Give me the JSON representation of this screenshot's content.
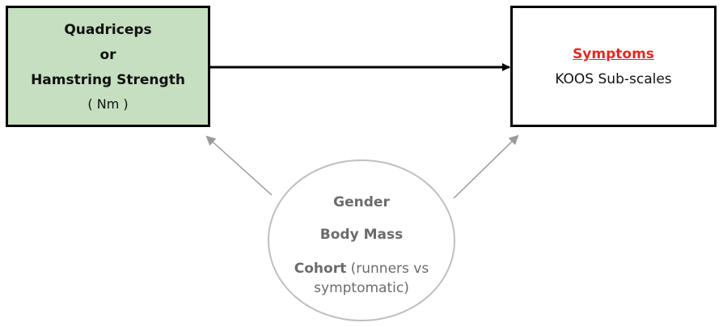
{
  "exposure": {
    "line1": "Quadriceps",
    "line2": "or",
    "line3": "Hamstring Strength",
    "unit": "( Nm )"
  },
  "outcome": {
    "title": "Symptoms",
    "subtitle": "KOOS Sub-scales"
  },
  "confounders": {
    "item1": "Gender",
    "item2": "Body Mass",
    "item3_label": "Cohort",
    "item3_detail_a": "(runners vs",
    "item3_detail_b": "symptomatic)"
  },
  "colors": {
    "exposure_fill": "#c5dfc0",
    "outcome_title": "#e02b20",
    "confounder_text": "#6b6b6b",
    "confounder_arrow": "#9a9a9a",
    "main_arrow": "#000000"
  }
}
